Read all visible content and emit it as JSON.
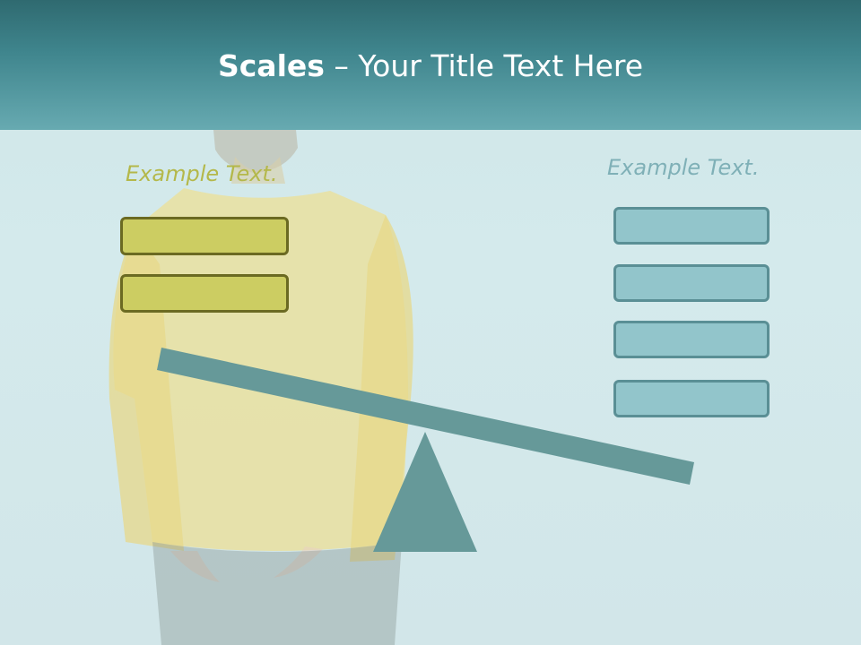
{
  "slide": {
    "title_bold": "Scales",
    "title_rest": " – Your Title Text Here"
  },
  "left_group": {
    "label": "Example Text.",
    "color": "#cccd62",
    "box_count": 2
  },
  "right_group": {
    "label": "Example Text.",
    "color": "#92c5cb",
    "box_count": 4
  },
  "scale": {
    "color": "#669999"
  }
}
